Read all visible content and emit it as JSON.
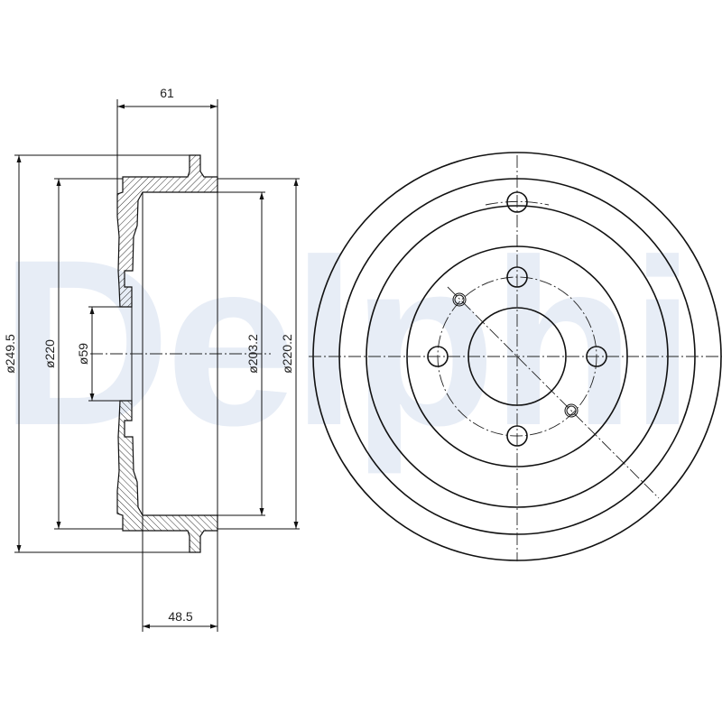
{
  "watermark": {
    "text": "Delphi",
    "color": "#e7edf6"
  },
  "dimensions": {
    "width_total": "61",
    "width_inner": "48.5",
    "dia_outer": "ø249.5",
    "dia_flange": "ø220",
    "dia_center_bore": "ø59",
    "dia_drum_inner": "ø203.2",
    "dia_drum_rim": "ø220.2"
  },
  "colors": {
    "line": "#111111",
    "hatch": "#333333"
  }
}
